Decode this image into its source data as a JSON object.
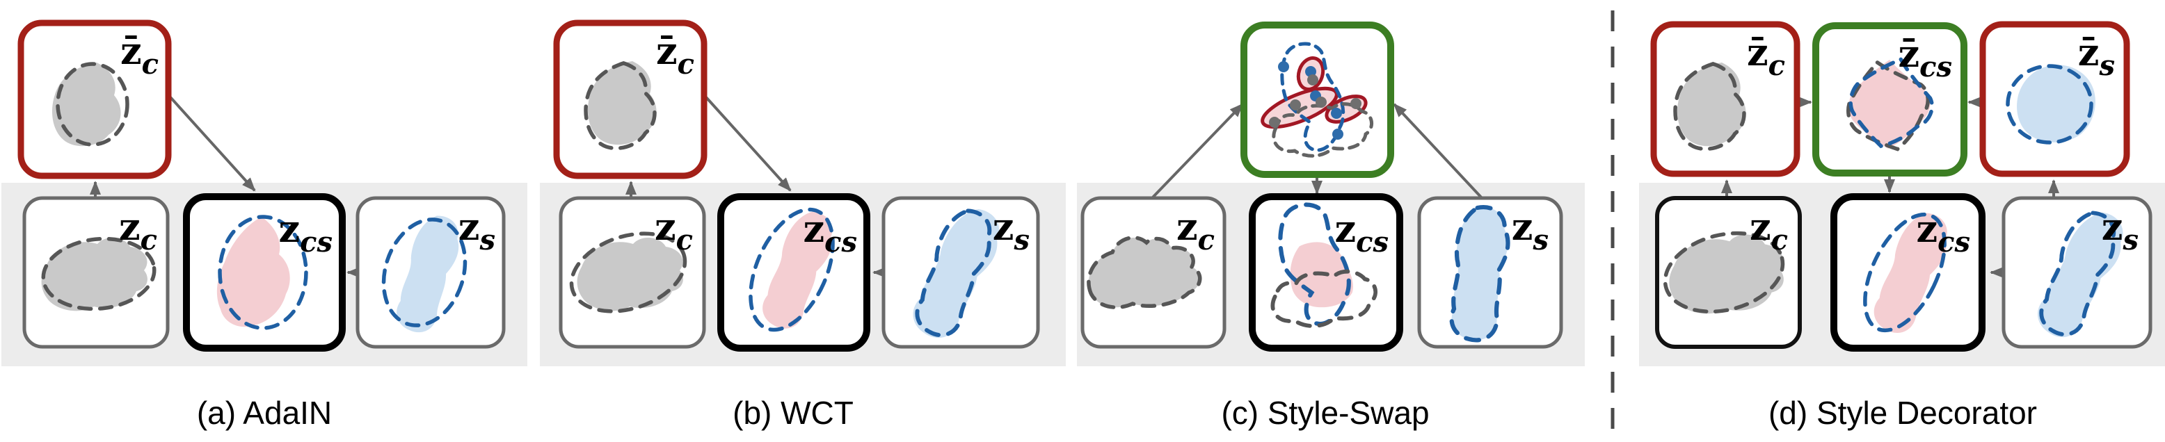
{
  "figure": {
    "panels": [
      {
        "id": "a",
        "caption": "(a) AdaIN",
        "labels": {
          "top": {
            "main": "z̄",
            "sub": "c"
          },
          "zc": {
            "main": "z",
            "sub": "c"
          },
          "zcs": {
            "main": "z",
            "sub": "cs"
          },
          "zs": {
            "main": "z",
            "sub": "s"
          }
        }
      },
      {
        "id": "b",
        "caption": "(b) WCT",
        "labels": {
          "top": {
            "main": "z̄",
            "sub": "c"
          },
          "zc": {
            "main": "z",
            "sub": "c"
          },
          "zcs": {
            "main": "z",
            "sub": "cs"
          },
          "zs": {
            "main": "z",
            "sub": "s"
          }
        }
      },
      {
        "id": "c",
        "caption": "(c) Style-Swap",
        "labels": {
          "zc": {
            "main": "z",
            "sub": "c"
          },
          "zcs": {
            "main": "z",
            "sub": "cs"
          },
          "zs": {
            "main": "z",
            "sub": "s"
          }
        }
      },
      {
        "id": "d",
        "caption": "(d) Style Decorator",
        "labels": {
          "top_c": {
            "main": "z̄",
            "sub": "c"
          },
          "top_cs": {
            "main": "z̄",
            "sub": "cs"
          },
          "top_s": {
            "main": "z̄",
            "sub": "s"
          },
          "zc": {
            "main": "z",
            "sub": "c"
          },
          "zcs": {
            "main": "z",
            "sub": "cs"
          },
          "zs": {
            "main": "z",
            "sub": "s"
          }
        }
      }
    ],
    "colors": {
      "red_box": "#a32018",
      "green_box": "#3c7e23",
      "black_box": "#000000",
      "gray_box": "#6a6a6a",
      "band_bg": "#ececec",
      "gray_blob": "#c9c9c9",
      "pink_blob": "#f4ced2",
      "blue_blob": "#cce0f2",
      "gray_dash": "#565656",
      "blue_dash": "#1f5fa3",
      "red_ellipse": "#a21724",
      "blue_dot": "#2e6cab",
      "gray_dot": "#6f6f6f",
      "arrow": "#666666",
      "caption_text": "#000000"
    }
  }
}
